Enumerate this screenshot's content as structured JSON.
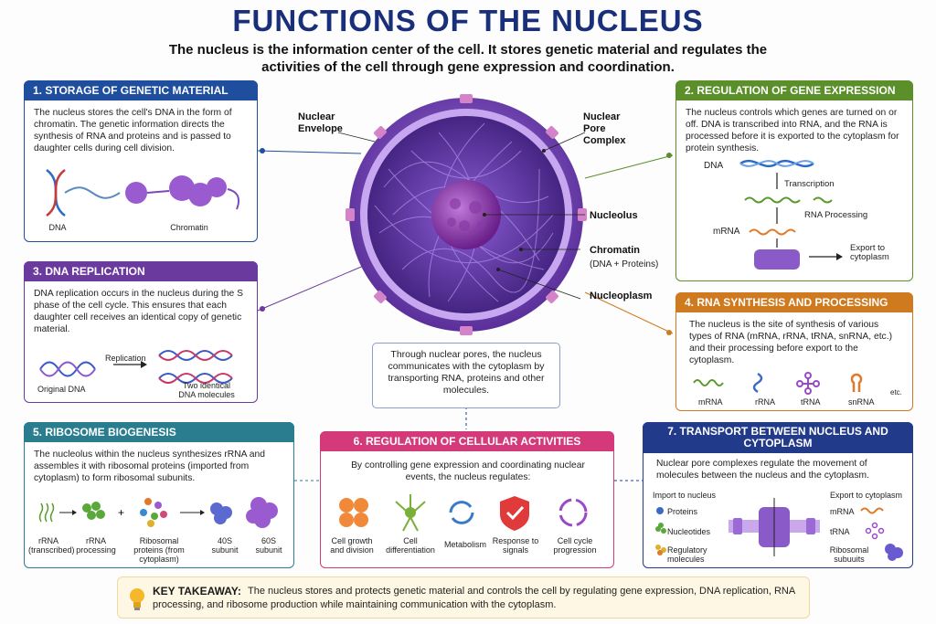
{
  "title": "FUNCTIONS OF THE NUCLEUS",
  "subtitle": "The nucleus is the information center of the cell. It stores genetic material and regulates the activities of the cell through gene expression and coordination.",
  "colors": {
    "blue": "#1f4e9e",
    "green": "#5a8f2a",
    "purple": "#6b3a9e",
    "orange": "#d07a1f",
    "teal": "#2a7d8f",
    "magenta": "#d43a7a",
    "navy": "#223a8a"
  },
  "panel1": {
    "heading": "1. STORAGE OF GENETIC MATERIAL",
    "text": "The nucleus stores the cell's DNA in the form of chromatin. The genetic information directs the synthesis of RNA and proteins and is passed to daughter cells during cell division.",
    "label_dna": "DNA",
    "label_chromatin": "Chromatin"
  },
  "panel2": {
    "heading": "2. REGULATION OF GENE EXPRESSION",
    "text": "The nucleus controls which genes are turned on or off. DNA is transcribed into RNA, and the RNA is processed before it is exported to the cytoplasm for protein synthesis.",
    "label_dna": "DNA",
    "label_transcription": "Transcription",
    "label_processing": "RNA Processing",
    "label_mrna": "mRNA",
    "label_export": "Export to cytoplasm"
  },
  "panel3": {
    "heading": "3. DNA REPLICATION",
    "text": "DNA replication occurs in the nucleus during the S phase of the cell cycle. This ensures that each daughter cell receives an identical copy of genetic material.",
    "label_replication": "Replication",
    "label_original": "Original DNA",
    "label_two": "Two identical DNA molecules"
  },
  "panel4": {
    "heading": "4. RNA SYNTHESIS AND PROCESSING",
    "text": "The nucleus is the site of synthesis of various types of RNA (mRNA, rRNA, tRNA, snRNA, etc.) and their processing before export to the cytoplasm.",
    "types": [
      "mRNA",
      "rRNA",
      "tRNA",
      "snRNA",
      "etc."
    ]
  },
  "panel5": {
    "heading": "5. RIBOSOME BIOGENESIS",
    "text": "The nucleolus within the nucleus synthesizes rRNA and assembles it with ribosomal proteins (imported from cytoplasm) to form ribosomal subunits.",
    "labels": [
      "rRNA (transcribed)",
      "rRNA processing",
      "Ribosomal proteins (from cytoplasm)",
      "40S subunit",
      "60S subunit"
    ]
  },
  "panel6": {
    "heading": "6. REGULATION OF CELLULAR ACTIVITIES",
    "text": "By controlling gene expression and coordinating nuclear events, the nucleus regulates:",
    "items": [
      "Cell growth and division",
      "Cell differentiation",
      "Metabolism",
      "Response to signals",
      "Cell cycle progression"
    ]
  },
  "panel7": {
    "heading": "7. TRANSPORT BETWEEN NUCLEUS AND CYTOPLASM",
    "text": "Nuclear pore complexes regulate the movement of molecules between the nucleus and the cytoplasm.",
    "import_title": "Import to nucleus",
    "import_items": [
      "Proteins",
      "Nucleotides",
      "Regulatory molecules"
    ],
    "export_title": "Export to cytoplasm",
    "export_items": [
      "mRNA",
      "tRNA",
      "Ribosomal subuuits"
    ]
  },
  "center": {
    "envelope": "Nuclear Envelope",
    "pore": "Nuclear Pore Complex",
    "nucleolus": "Nucleolus",
    "chromatin": "Chromatin",
    "chromatin_sub": "(DNA + Proteins)",
    "nucleoplasm": "Nucleoplasm",
    "pore_note": "Through nuclear pores, the nucleus communicates with the cytoplasm by transporting RNA, proteins and other molecules."
  },
  "takeaway": {
    "label": "KEY TAKEAWAY:",
    "text": "The nucleus stores and protects genetic material and controls the cell by regulating gene expression, DNA replication, RNA processing, and ribosome production while maintaining communication with the cytoplasm."
  }
}
